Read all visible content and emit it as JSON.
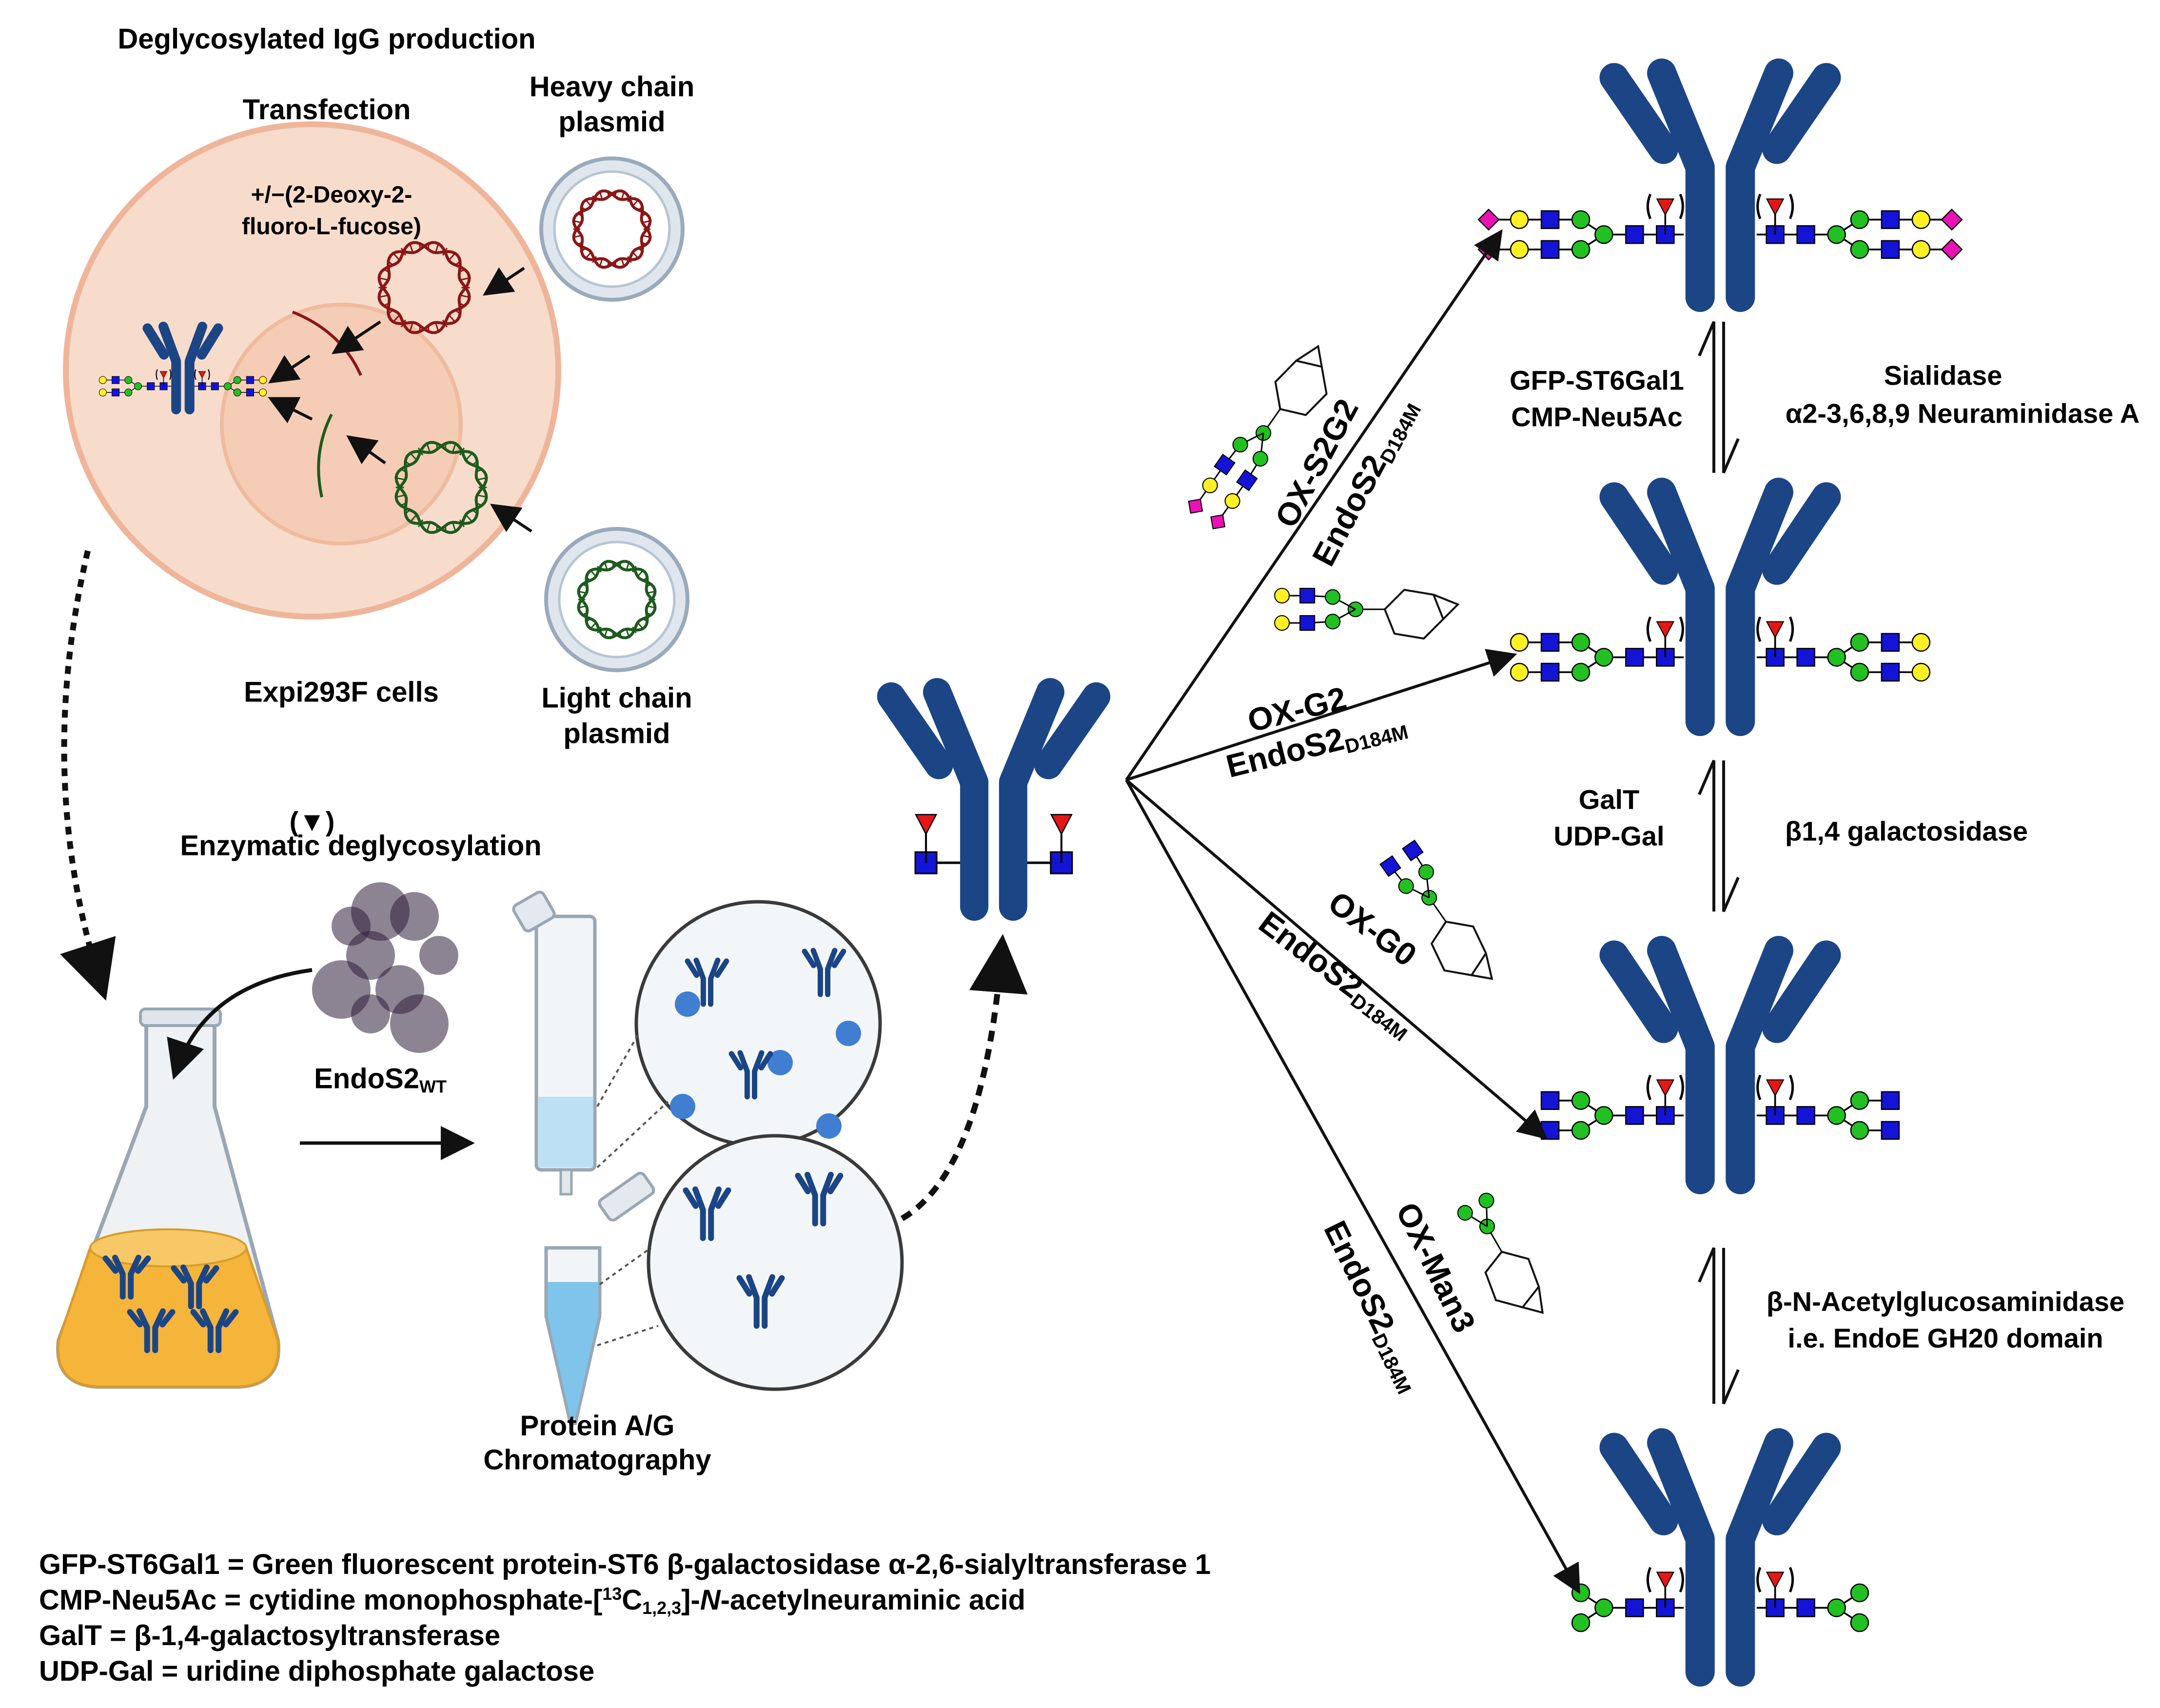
{
  "colors": {
    "antibody": "#1b4585",
    "glcnac": "#1414d6",
    "mannose": "#22c022",
    "galactose": "#fff024",
    "sialic": "#ea12b4",
    "fucose": "#e41717",
    "cell_outer": "#f8dccb",
    "cell_border": "#efb59a",
    "heavy_dna": "#8a1616",
    "light_dna": "#1d5a1d",
    "flask_liquid": "#f5b53b"
  },
  "labels": {
    "production_title": "Deglycosylated IgG production",
    "transfection": "Transfection",
    "fucose_inhibitor_1": "+/−(2-Deoxy-2-",
    "fucose_inhibitor_2": "fluoro-L-fucose)",
    "heavy_plasmid_1": "Heavy chain",
    "heavy_plasmid_2": "plasmid",
    "light_plasmid_1": "Light chain",
    "light_plasmid_2": "plasmid",
    "cells": "Expi293F cells",
    "deglyco_title": "Enzymatic deglycosylation",
    "endo_wt_main": "EndoS2",
    "endo_wt_sub": "WT",
    "chrom_1": "Protein A/G",
    "chrom_2": "Chromatography",
    "fucose_mark": "(▼)"
  },
  "routes": [
    {
      "substrate": "OX-S2G2",
      "enzyme_main": "EndoS2",
      "enzyme_sub": "D184M"
    },
    {
      "substrate": "OX-G2",
      "enzyme_main": "EndoS2",
      "enzyme_sub": "D184M"
    },
    {
      "substrate": "OX-G0",
      "enzyme_main": "EndoS2",
      "enzyme_sub": "D184M"
    },
    {
      "substrate": "OX-Man3",
      "enzyme_main": "EndoS2",
      "enzyme_sub": "D184M"
    }
  ],
  "equilibria": [
    {
      "forward_1": "GFP-ST6Gal1",
      "forward_2": "CMP-Neu5Ac",
      "reverse_1": "Sialidase",
      "reverse_2": "α2-3,6,8,9 Neuraminidase A"
    },
    {
      "forward_1": "GalT",
      "forward_2": "UDP-Gal",
      "reverse_1": "β1,4 galactosidase",
      "reverse_2": ""
    },
    {
      "forward_1": "",
      "forward_2": "",
      "reverse_1": "β-N-Acetylglucosaminidase",
      "reverse_2": "i.e. EndoE GH20 domain"
    }
  ],
  "legend": [
    {
      "text": "GFP-ST6Gal1 = Green fluorescent protein-ST6 β-galactosidase α-2,6-sialyltransferase 1"
    },
    {
      "pre": "CMP-Neu5Ac = cytidine monophosphate-[",
      "sup": "13",
      "mid": "C",
      "sub": "1,2,3",
      "post": "]-",
      "ital": "N",
      "tail": "-acetylneuraminic acid"
    },
    {
      "text": "GalT = β-1,4-galactosyltransferase"
    },
    {
      "text": "UDP-Gal = uridine diphosphate galactose"
    }
  ],
  "glycan_key": {
    "GlcNAc": "square blue",
    "Mannose": "circle green",
    "Galactose": "circle yellow",
    "Sialic": "diamond magenta",
    "Fucose": "triangle red"
  }
}
